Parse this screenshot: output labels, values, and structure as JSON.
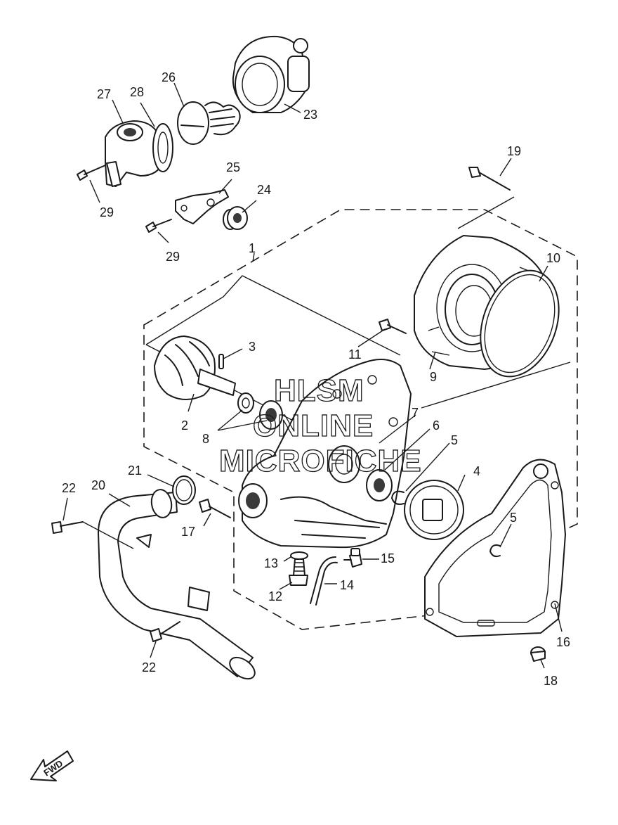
{
  "callouts": [
    {
      "id": "c1",
      "text": "1"
    },
    {
      "id": "c2",
      "text": "2"
    },
    {
      "id": "c3",
      "text": "3"
    },
    {
      "id": "c4",
      "text": "4"
    },
    {
      "id": "c5a",
      "text": "5"
    },
    {
      "id": "c5b",
      "text": "5"
    },
    {
      "id": "c6",
      "text": "6"
    },
    {
      "id": "c7",
      "text": "7"
    },
    {
      "id": "c8",
      "text": "8"
    },
    {
      "id": "c9",
      "text": "9"
    },
    {
      "id": "c10",
      "text": "10"
    },
    {
      "id": "c11",
      "text": "11"
    },
    {
      "id": "c12",
      "text": "12"
    },
    {
      "id": "c13",
      "text": "13"
    },
    {
      "id": "c14",
      "text": "14"
    },
    {
      "id": "c15",
      "text": "15"
    },
    {
      "id": "c16",
      "text": "16"
    },
    {
      "id": "c17",
      "text": "17"
    },
    {
      "id": "c18",
      "text": "18"
    },
    {
      "id": "c19",
      "text": "19"
    },
    {
      "id": "c20",
      "text": "20"
    },
    {
      "id": "c21",
      "text": "21"
    },
    {
      "id": "c22a",
      "text": "22"
    },
    {
      "id": "c22b",
      "text": "22"
    },
    {
      "id": "c23",
      "text": "23"
    },
    {
      "id": "c24",
      "text": "24"
    },
    {
      "id": "c25",
      "text": "25"
    },
    {
      "id": "c26",
      "text": "26"
    },
    {
      "id": "c27",
      "text": "27"
    },
    {
      "id": "c28",
      "text": "28"
    },
    {
      "id": "c29a",
      "text": "29"
    },
    {
      "id": "c29b",
      "text": "29"
    }
  ],
  "watermark": {
    "line1": "HLSM",
    "line2": "ONLINE",
    "line3": "MICROFICHE"
  },
  "fwd_label": "FWD",
  "colors": {
    "ink": "#1a1a1a",
    "background": "#ffffff"
  }
}
